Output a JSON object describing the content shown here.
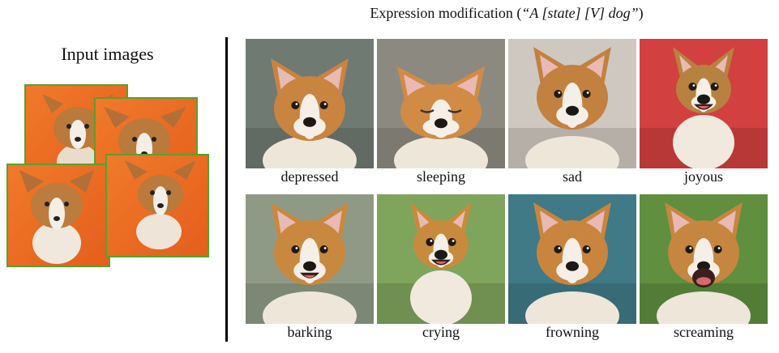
{
  "left_panel": {
    "title": "Input images",
    "inputs": [
      {
        "bg": "#ee7326"
      },
      {
        "bg": "#ee7326"
      },
      {
        "bg": "#ee7326"
      },
      {
        "bg": "#ee7326"
      }
    ]
  },
  "right_panel": {
    "title_prefix": "Expression modification (",
    "title_prompt": "“A [state] [V] dog”",
    "title_suffix": ")",
    "grid": [
      {
        "label": "depressed",
        "bg": "#6f7a72",
        "fur": "#c98440",
        "pose": "down"
      },
      {
        "label": "sleeping",
        "bg": "#8c8a80",
        "fur": "#d18b45",
        "pose": "sleep"
      },
      {
        "label": "sad",
        "bg": "#cfc8c0",
        "fur": "#c2813f",
        "pose": "face"
      },
      {
        "label": "joyous",
        "bg": "#d2403f",
        "fur": "#b7823f",
        "pose": "sit"
      },
      {
        "label": "barking",
        "bg": "#8f9a86",
        "fur": "#c8893f",
        "pose": "mouth"
      },
      {
        "label": "crying",
        "bg": "#7fa45c",
        "fur": "#c88a3c",
        "pose": "small"
      },
      {
        "label": "frowning",
        "bg": "#3f7a86",
        "fur": "#c9853e",
        "pose": "face"
      },
      {
        "label": "screaming",
        "bg": "#5f8f3f",
        "fur": "#c6863f",
        "pose": "scream"
      }
    ]
  }
}
